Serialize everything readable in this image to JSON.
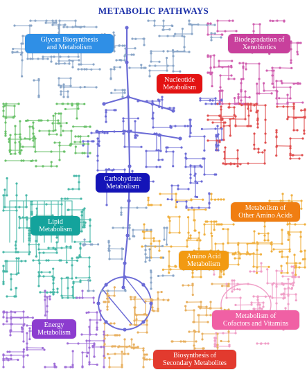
{
  "title": "METABOLIC PATHWAYS",
  "categories": {
    "glycan": {
      "line1": "Glycan Biosynthesis",
      "line2": "and Metabolism",
      "color": "#2f8fe6"
    },
    "xenobiotics": {
      "line1": "Biodegradation of",
      "line2": "Xenobiotics",
      "color": "#c8409c"
    },
    "nucleotide": {
      "line1": "Nucleotide",
      "line2": "Metabolism",
      "color": "#e31313"
    },
    "carbohydrate": {
      "line1": "Carbohydrate",
      "line2": "Metabolism",
      "color": "#1414b8"
    },
    "lipid": {
      "line1": "Lipid",
      "line2": "Metabolism",
      "color": "#14a39c"
    },
    "other_amino": {
      "line1": "Metabolism of",
      "line2": "Other Amino Acids",
      "color": "#f07e12"
    },
    "amino": {
      "line1": "Amino Acid",
      "line2": "Metabolism",
      "color": "#f29a12"
    },
    "energy": {
      "line1": "Energy",
      "line2": "Metabolism",
      "color": "#8c3ccf"
    },
    "cofactors": {
      "line1": "Metabolism of",
      "line2": "Cofactors and Vitamins",
      "color": "#f060a4"
    },
    "secondary": {
      "line1": "Biosynthesis of",
      "line2": "Secondary Metabolites",
      "color": "#e23a2e"
    }
  },
  "line_colors": {
    "glycan": "#8aa6c8",
    "carbohydrate": "#6b6bd6",
    "lipid": "#48b8a8",
    "nucleotide": "#e05050",
    "amino": "#f0b040",
    "xenobiotics": "#d060b0",
    "energy": "#a070d8",
    "cofactors": "#f0a0c8",
    "secondary": "#e8b060",
    "other_amino": "#f0a040",
    "green": "#6cc26c"
  }
}
